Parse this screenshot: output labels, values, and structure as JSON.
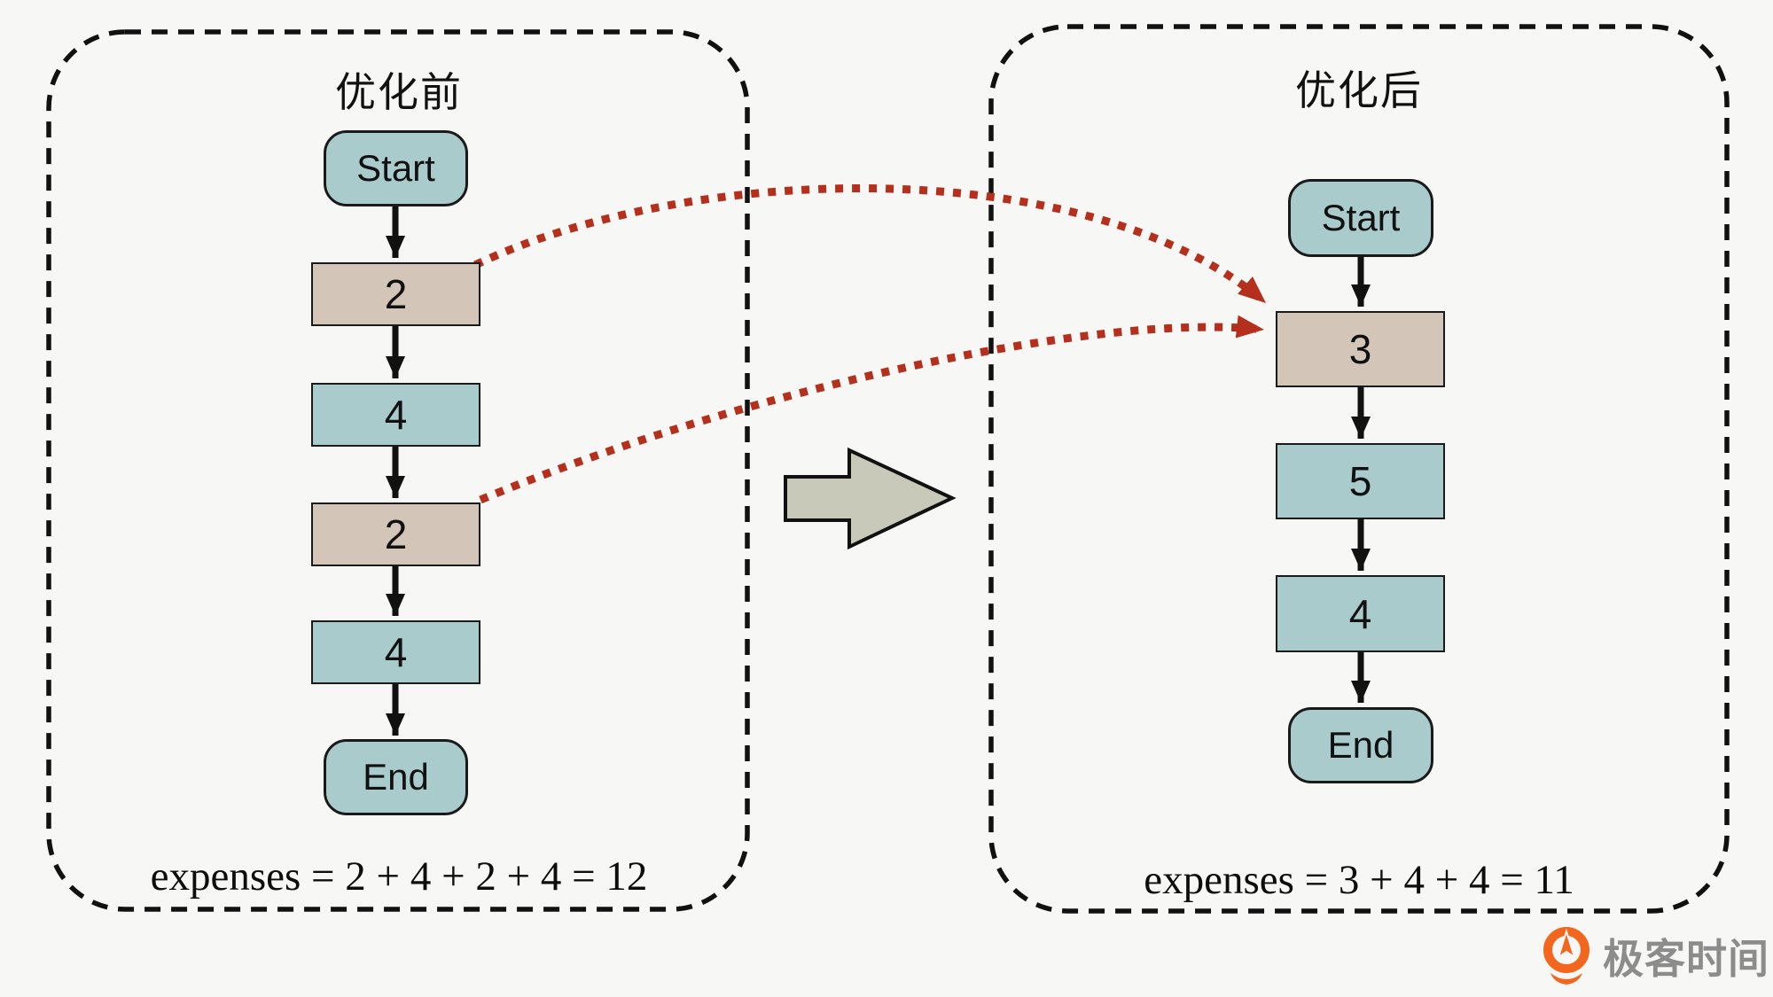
{
  "left_panel": {
    "title": "优化前",
    "nodes": [
      {
        "label": "Start",
        "type": "terminal"
      },
      {
        "label": "2",
        "type": "highlight"
      },
      {
        "label": "4",
        "type": "normal"
      },
      {
        "label": "2",
        "type": "highlight"
      },
      {
        "label": "4",
        "type": "normal"
      },
      {
        "label": "End",
        "type": "terminal"
      }
    ],
    "expenses": "expenses = 2 + 4 + 2 + 4 = 12"
  },
  "right_panel": {
    "title": "优化后",
    "nodes": [
      {
        "label": "Start",
        "type": "terminal"
      },
      {
        "label": "3",
        "type": "highlight"
      },
      {
        "label": "5",
        "type": "normal"
      },
      {
        "label": "4",
        "type": "normal"
      },
      {
        "label": "End",
        "type": "terminal"
      }
    ],
    "expenses": "expenses = 3 + 4 + 4 = 11"
  },
  "watermark": {
    "text": "极客时间"
  },
  "colors": {
    "node_teal": "#a9cbcc",
    "node_highlight_tan": "#d3c6b8",
    "merge_arrow_red": "#b5301c",
    "flow_arrow_black": "#111111",
    "transform_arrow_fill": "#c9c9ba",
    "watermark_orange": "#f2661e",
    "watermark_gray": "#8c8c8c",
    "background": "#f7f7f5"
  }
}
